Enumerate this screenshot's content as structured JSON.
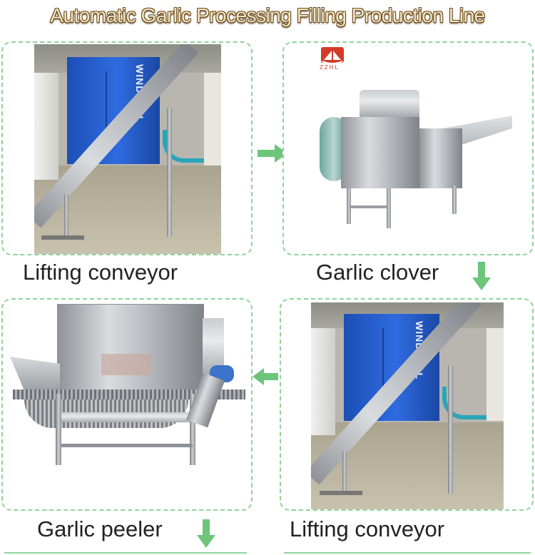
{
  "title": "Automatic Garlic Processing Filling Production Line",
  "steps": [
    {
      "label": "Lifting conveyor",
      "machine": "Windbell air compressor and inclined conveyor"
    },
    {
      "label": "Garlic clover",
      "machine": "Garlic clove splitting machine"
    },
    {
      "label": "Lifting conveyor",
      "machine": "Windbell air compressor and inclined conveyor"
    },
    {
      "label": "Garlic peeler",
      "machine": "Garlic peeling machine"
    }
  ],
  "brand_text": "WINDBELL",
  "logo_text": "ZZHL",
  "colors": {
    "arrow": "#6cc57a",
    "border": "#8fd39a",
    "compressor": "#1f58c6"
  }
}
